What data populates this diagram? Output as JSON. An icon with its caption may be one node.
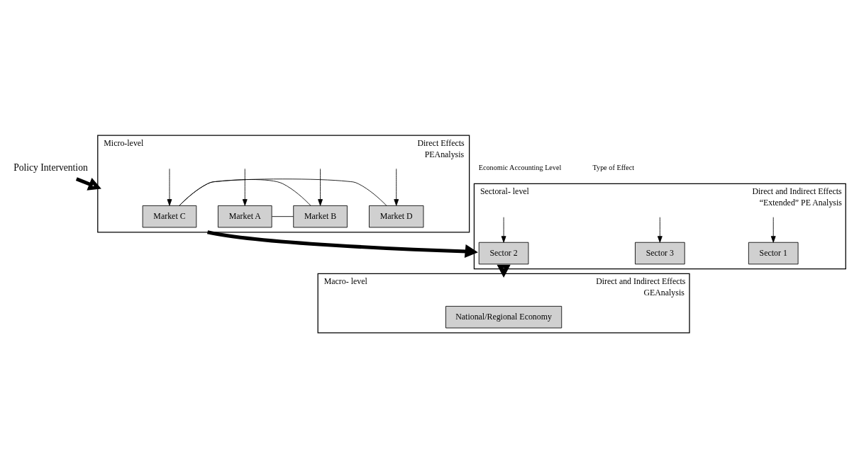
{
  "diagram": {
    "nodes": [
      {
        "text": [
          "Policy Intervention"
        ]
      },
      {
        "text": [
          "Micro-level",
          "Direct Effects",
          "PEAnalysis"
        ]
      },
      {
        "text": [
          "Market A"
        ],
        "in": 1
      },
      {
        "text": [
          "Market B"
        ],
        "in": 1
      },
      {
        "text": [
          "Market C"
        ],
        "in": 1
      },
      {
        "text": [
          "Market D"
        ],
        "in": 1
      },
      {
        "text": [
          "Sectoral- level",
          "Direct and Indirect Effects",
          "“Extended” PE Analysis"
        ]
      },
      {
        "text": [
          "Sector 1"
        ],
        "in": 6
      },
      {
        "text": [
          "Sector 2"
        ],
        "in": 6
      },
      {
        "text": [
          "Sector 3"
        ],
        "in": 6
      },
      {
        "text": [
          "Macro- level",
          "Direct and Indirect Effects",
          "GEAnalysis"
        ]
      },
      {
        "text": [
          "National/Regional Economy"
        ],
        "in": 10
      }
    ],
    "edges": [
      {
        "from": 0,
        "to": 1,
        "arrow": "to",
        "style": "thick"
      },
      {
        "from": null,
        "to": 2,
        "arrow": "to"
      },
      {
        "from": null,
        "to": 3,
        "arrow": "to"
      },
      {
        "from": null,
        "to": 4,
        "arrow": "to"
      },
      {
        "from": null,
        "to": 5,
        "arrow": "to"
      },
      {
        "from": 2,
        "to": 3,
        "arrow": "none"
      },
      {
        "from": 3,
        "to": 4,
        "arrow": "none"
      },
      {
        "from": 4,
        "to": 5,
        "arrow": "none"
      },
      {
        "from": 1,
        "to": 6,
        "arrow": "to",
        "style": "thick"
      },
      {
        "from": null,
        "to": 7,
        "arrow": "to"
      },
      {
        "from": null,
        "to": 8,
        "arrow": "to"
      },
      {
        "from": null,
        "to": 9,
        "arrow": "to"
      },
      {
        "from": 6,
        "to": 10,
        "arrow": "to",
        "style": "thick"
      }
    ],
    "labels": [
      "Economic Accounting Level",
      "Type of Effect"
    ]
  }
}
